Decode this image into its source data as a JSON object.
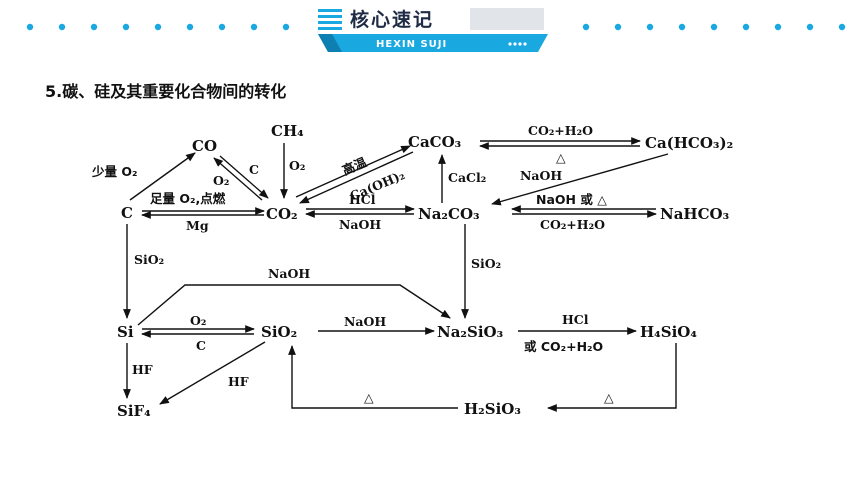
{
  "banner": {
    "title": "核心速记",
    "subtitle": "HEXIN SUJI",
    "accent_color": "#1aa8e0",
    "dark_color": "#1f2a44"
  },
  "section_heading": "5.碳、硅及其重要化合物间的转化",
  "nodes": {
    "c": "C",
    "co": "CO",
    "ch4": "CH₄",
    "co2": "CO₂",
    "caco3": "CaCO₃",
    "cahco3": "Ca(HCO₃)₂",
    "na2co3": "Na₂CO₃",
    "nahco3": "NaHCO₃",
    "si": "Si",
    "sio2": "SiO₂",
    "na2sio3": "Na₂SiO₃",
    "h4sio4": "H₄SiO₄",
    "sif4": "SiF₄",
    "h2sio3": "H₂SiO₃"
  },
  "labels": {
    "c_to_co": "少量 O₂",
    "co_to_co2_c": "C",
    "co_to_co2_o2": "O₂",
    "c_to_co2_top": "足量 O₂,点燃",
    "c_to_co2_bottom": "Mg",
    "ch4_to_co2": "O₂",
    "co2_caco3_top": "高温",
    "co2_caco3_bottom": "Ca(OH)₂",
    "caco3_cahco3_top": "CO₂+H₂O",
    "caco3_cahco3_bottom": "△",
    "na2co3_caco3": "CaCl₂",
    "cahco3_na2co3": "NaOH",
    "co2_na2co3_top": "HCl",
    "co2_na2co3_bottom": "NaOH",
    "na2co3_nahco3_top": "NaOH 或 △",
    "na2co3_nahco3_bottom": "CO₂+H₂O",
    "c_to_si": "SiO₂",
    "na2co3_to_na2sio3": "SiO₂",
    "si_to_na2sio3": "NaOH",
    "si_sio2_top": "O₂",
    "si_sio2_bottom": "C",
    "sio2_to_na2sio3": "NaOH",
    "na2sio3_h4sio4_top": "HCl",
    "na2sio3_h4sio4_bottom": "或 CO₂+H₂O",
    "si_to_sif4": "HF",
    "sio2_to_sif4": "HF",
    "h4sio4_to_h2sio3": "△",
    "h2sio3_to_sio2": "△"
  }
}
